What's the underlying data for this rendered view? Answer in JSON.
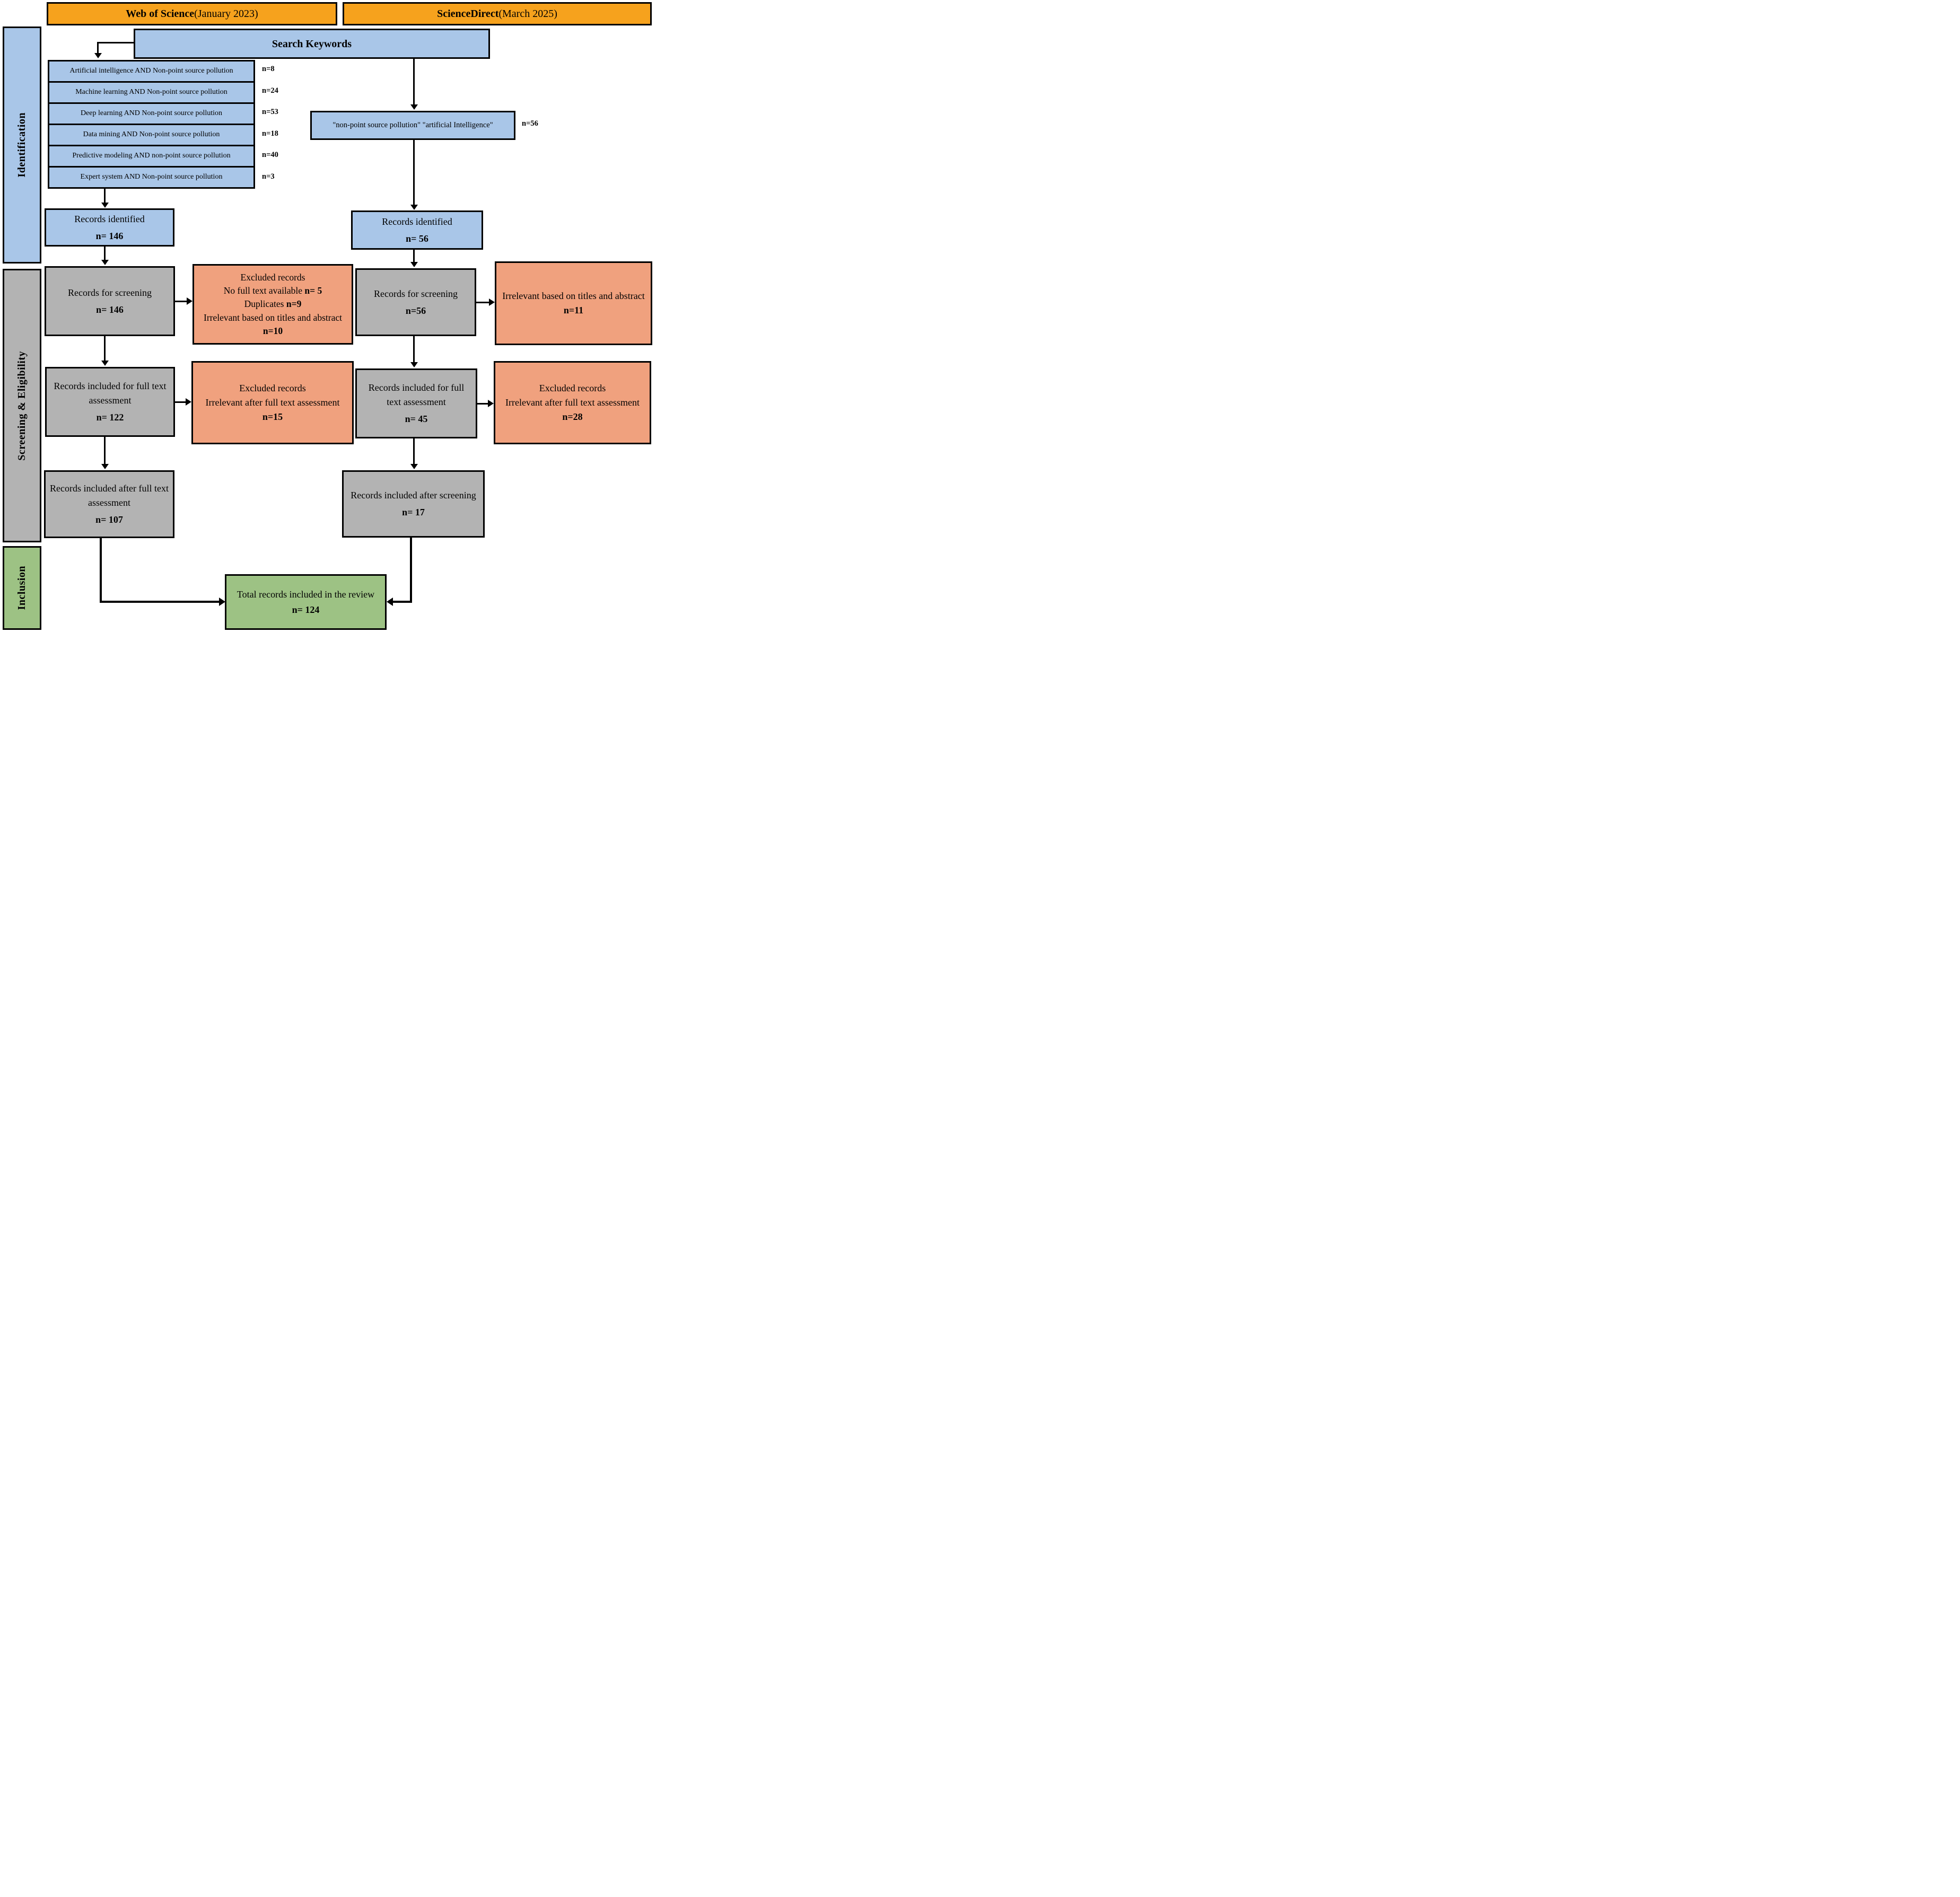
{
  "headers": {
    "wos": {
      "name": "Web of Science",
      "date": " (January 2023)"
    },
    "sd": {
      "name": "ScienceDirect",
      "date": " (March 2025)"
    }
  },
  "sidebar": {
    "identification": "Identification",
    "screening": "Screening & Eligibility",
    "inclusion": "Inclusion"
  },
  "search_keywords_label": "Search Keywords",
  "wos_queries": [
    {
      "query": "Artificial intelligence AND Non-point source pollution",
      "n": "n=8"
    },
    {
      "query": "Machine learning AND Non-point source pollution",
      "n": "n=24"
    },
    {
      "query": "Deep learning AND Non-point source pollution",
      "n": "n=53"
    },
    {
      "query": "Data mining AND Non-point source pollution",
      "n": "n=18"
    },
    {
      "query": "Predictive modeling AND non-point source pollution",
      "n": "n=40"
    },
    {
      "query": "Expert system AND Non-point source pollution",
      "n": "n=3"
    }
  ],
  "sd_query": {
    "query": "\"non-point source pollution\" \"artificial Intelligence\"",
    "n": "n=56"
  },
  "wos_flow": {
    "identified": {
      "text": "Records identified",
      "n": "n= 146"
    },
    "screening": {
      "text": "Records for screening",
      "n": "n= 146"
    },
    "excluded_screening": {
      "title": "Excluded records",
      "reasons": [
        {
          "text": "No full text available ",
          "n": "n= 5"
        },
        {
          "text": "Duplicates ",
          "n": "n=9"
        },
        {
          "text": "Irrelevant based on titles and abstract ",
          "n": "n=10"
        }
      ]
    },
    "fulltext": {
      "text": "Records included for full text assessment",
      "n": "n= 122"
    },
    "excluded_fulltext": {
      "title": "Excluded records",
      "text": "Irrelevant after full text assessment",
      "n": "n=15"
    },
    "included": {
      "text": "Records included after full text assessment",
      "n": "n= 107"
    }
  },
  "sd_flow": {
    "identified": {
      "text": "Records identified",
      "n": "n= 56"
    },
    "screening": {
      "text": "Records for screening",
      "n": "n=56"
    },
    "excluded_screening": {
      "text": "Irrelevant based on titles and abstract ",
      "n": "n=11"
    },
    "fulltext": {
      "text": "Records included for full text assessment",
      "n": "n= 45"
    },
    "excluded_fulltext": {
      "title": "Excluded records",
      "text": "Irrelevant after full text assessment",
      "n": "n=28"
    },
    "included": {
      "text": "Records included after screening",
      "n": "n= 17"
    }
  },
  "total": {
    "text": "Total records included in the review",
    "n": "n= 124"
  },
  "colors": {
    "header_orange": "#F6A21D",
    "box_blue": "#A9C6E8",
    "box_gray": "#B3B3B3",
    "box_salmon": "#F0A17E",
    "box_green": "#9DC284"
  }
}
